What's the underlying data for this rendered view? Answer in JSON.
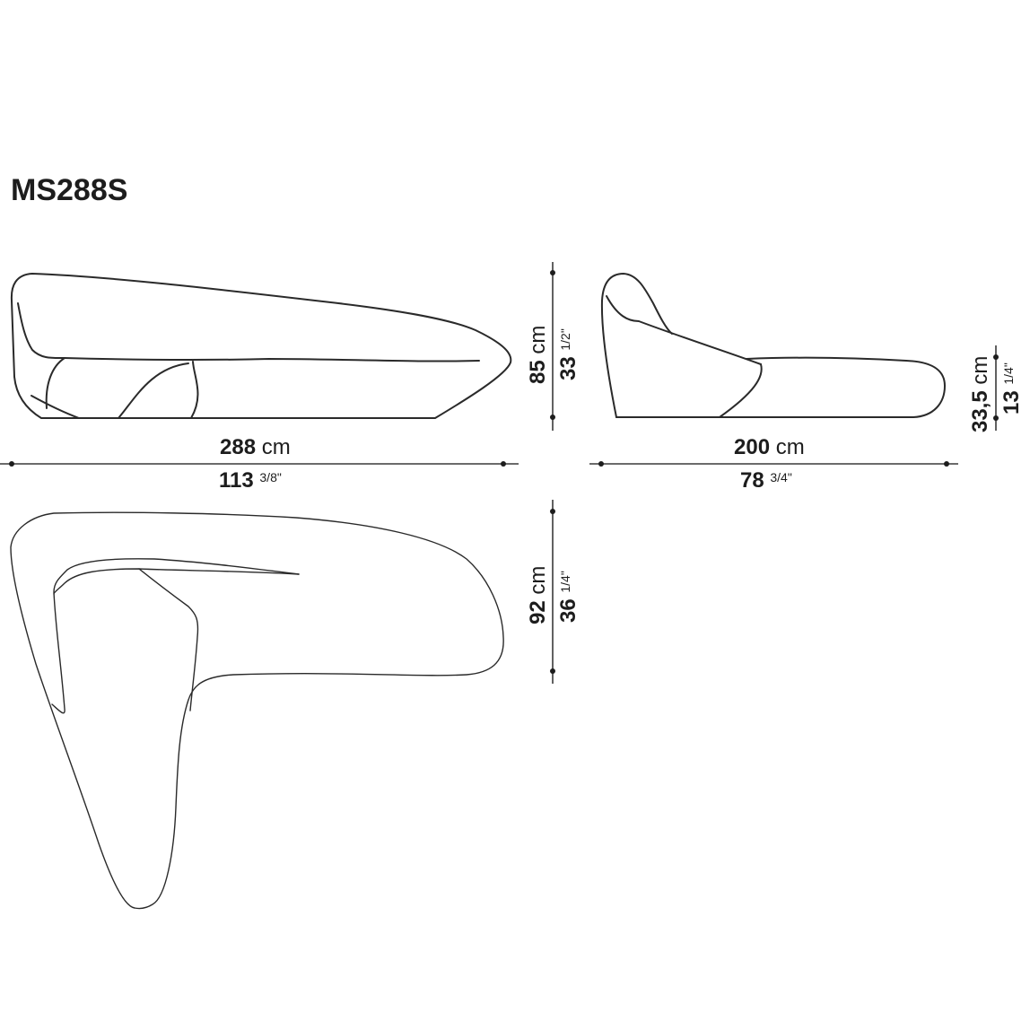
{
  "title": "MS288S",
  "views": {
    "front": {
      "width_cm_value": "288",
      "width_cm_unit": "cm",
      "width_in_value": "113",
      "width_in_fraction": "3/8\"",
      "height_cm_value": "85",
      "height_cm_unit": "cm",
      "height_in_value": "33",
      "height_in_fraction": "1/2\""
    },
    "side": {
      "depth_cm_value": "200",
      "depth_cm_unit": "cm",
      "depth_in_value": "78",
      "depth_in_fraction": "3/4\"",
      "seat_height_cm_value": "33,5",
      "seat_height_cm_unit": "cm",
      "seat_height_in_value": "13",
      "seat_height_in_fraction": "1/4\""
    },
    "top": {
      "depth_cm_value": "92",
      "depth_cm_unit": "cm",
      "depth_in_value": "36",
      "depth_in_fraction": "1/4\""
    }
  },
  "colors": {
    "line": "#2a2a2a",
    "text": "#1d1d1d",
    "background": "#ffffff"
  }
}
